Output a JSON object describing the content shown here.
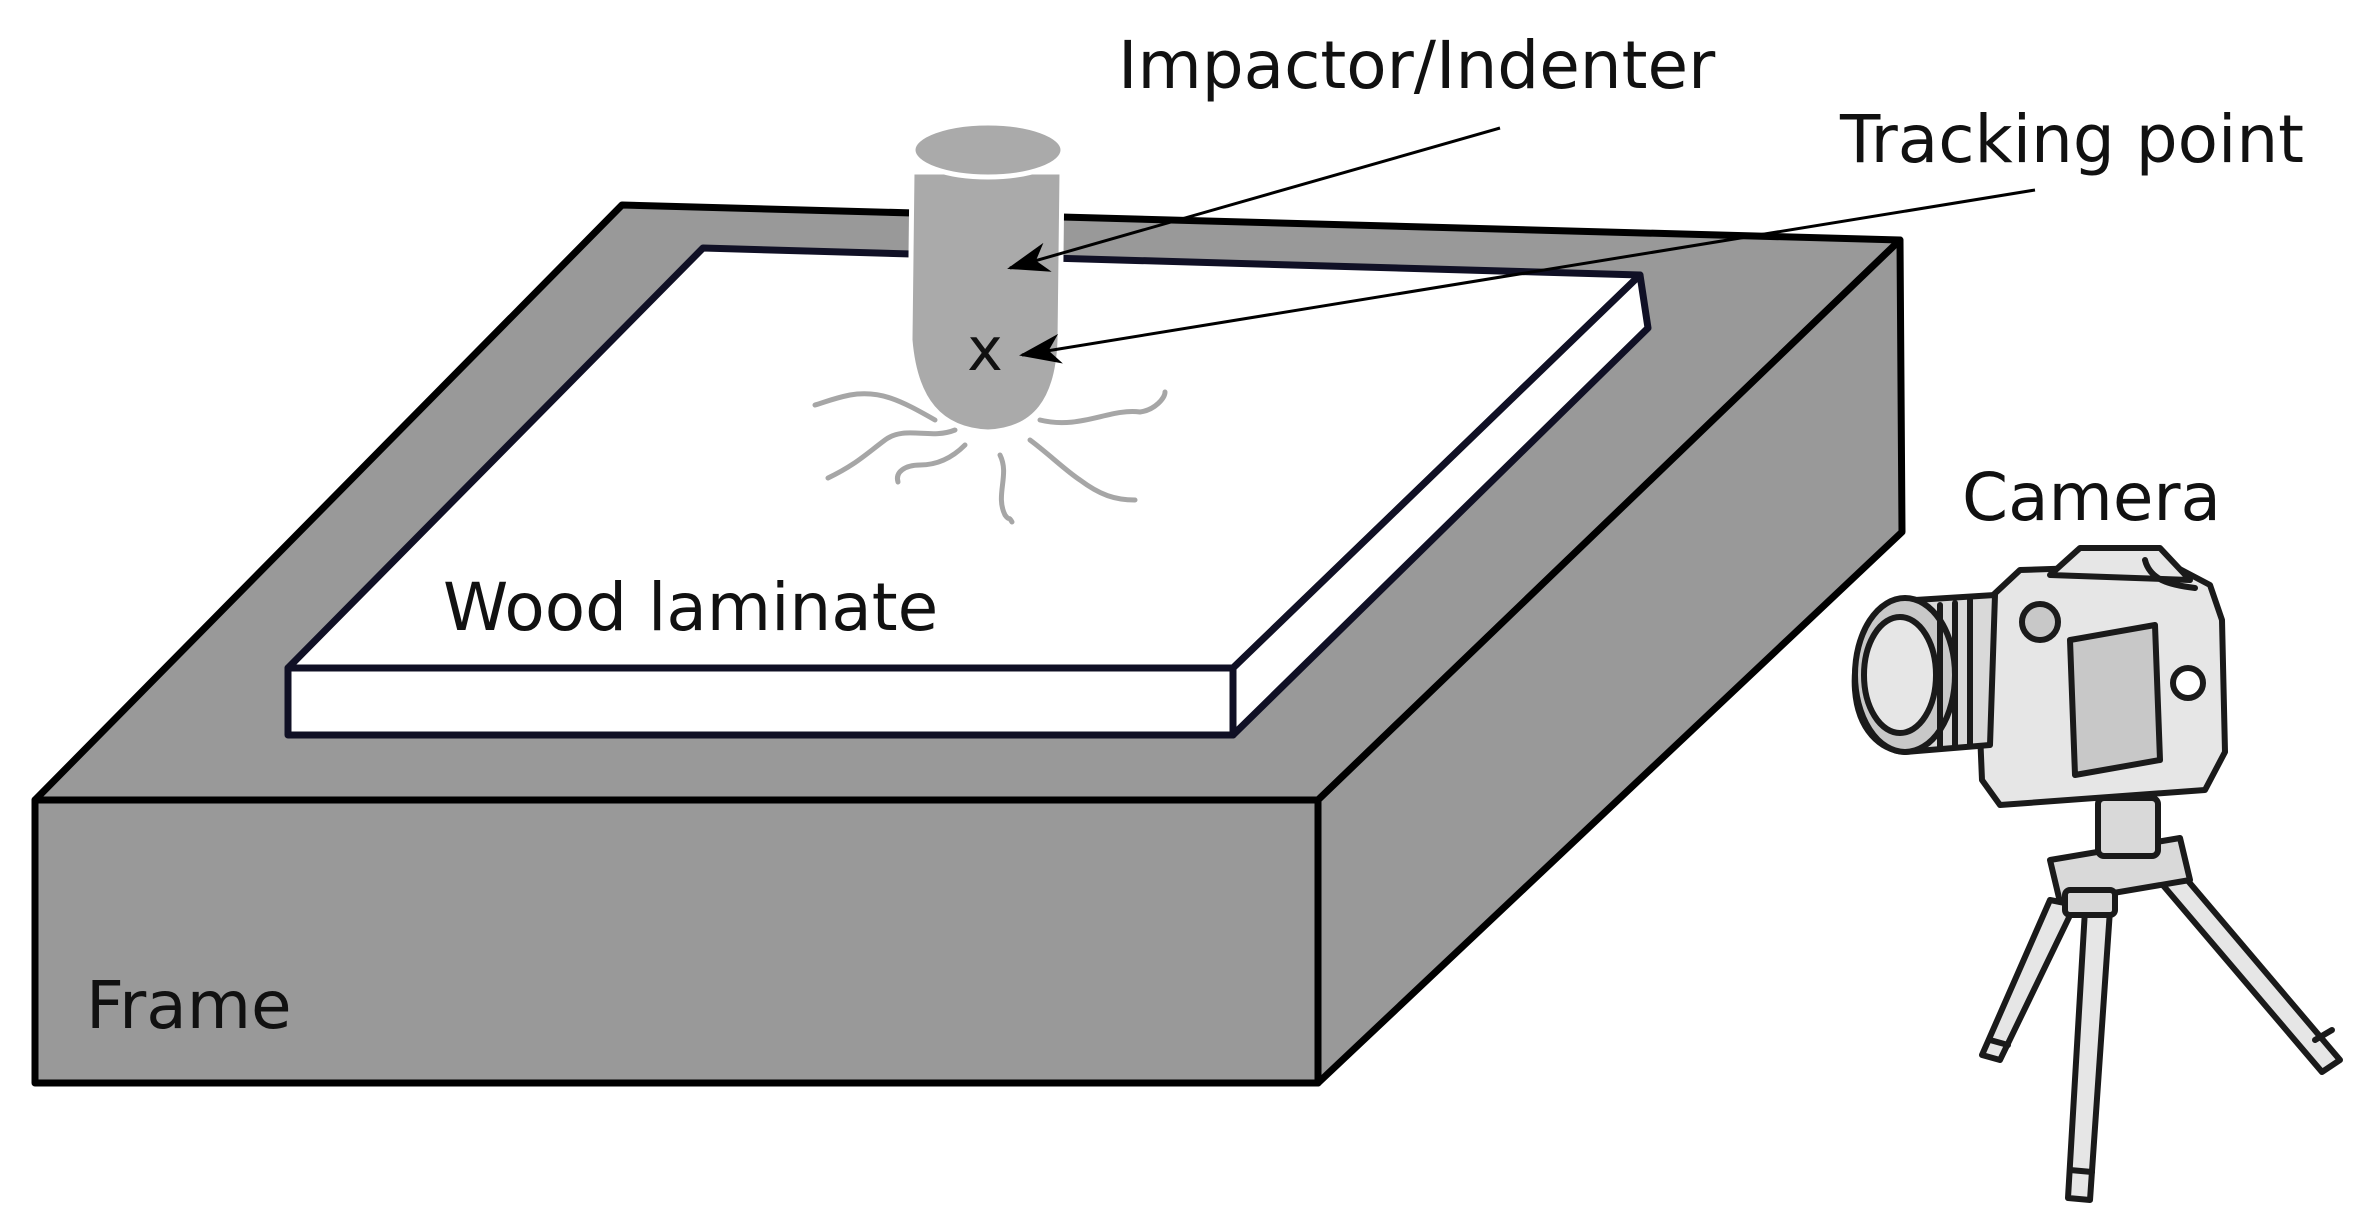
{
  "labels": {
    "impactor": "Impactor/Indenter",
    "tracking": "Tracking point",
    "camera": "Camera",
    "laminate": "Wood laminate",
    "frame": "Frame",
    "tracking_mark": "x"
  },
  "colors": {
    "frame_fill": "#999999",
    "laminate_fill": "#ffffff",
    "impactor_fill": "#aaaaaa",
    "crack_stroke": "#a6a6a6",
    "outline": "#000000",
    "laminate_outline": "#101025"
  },
  "icons": {
    "camera": "camera-on-tripod-icon",
    "arrow": "arrowhead"
  }
}
